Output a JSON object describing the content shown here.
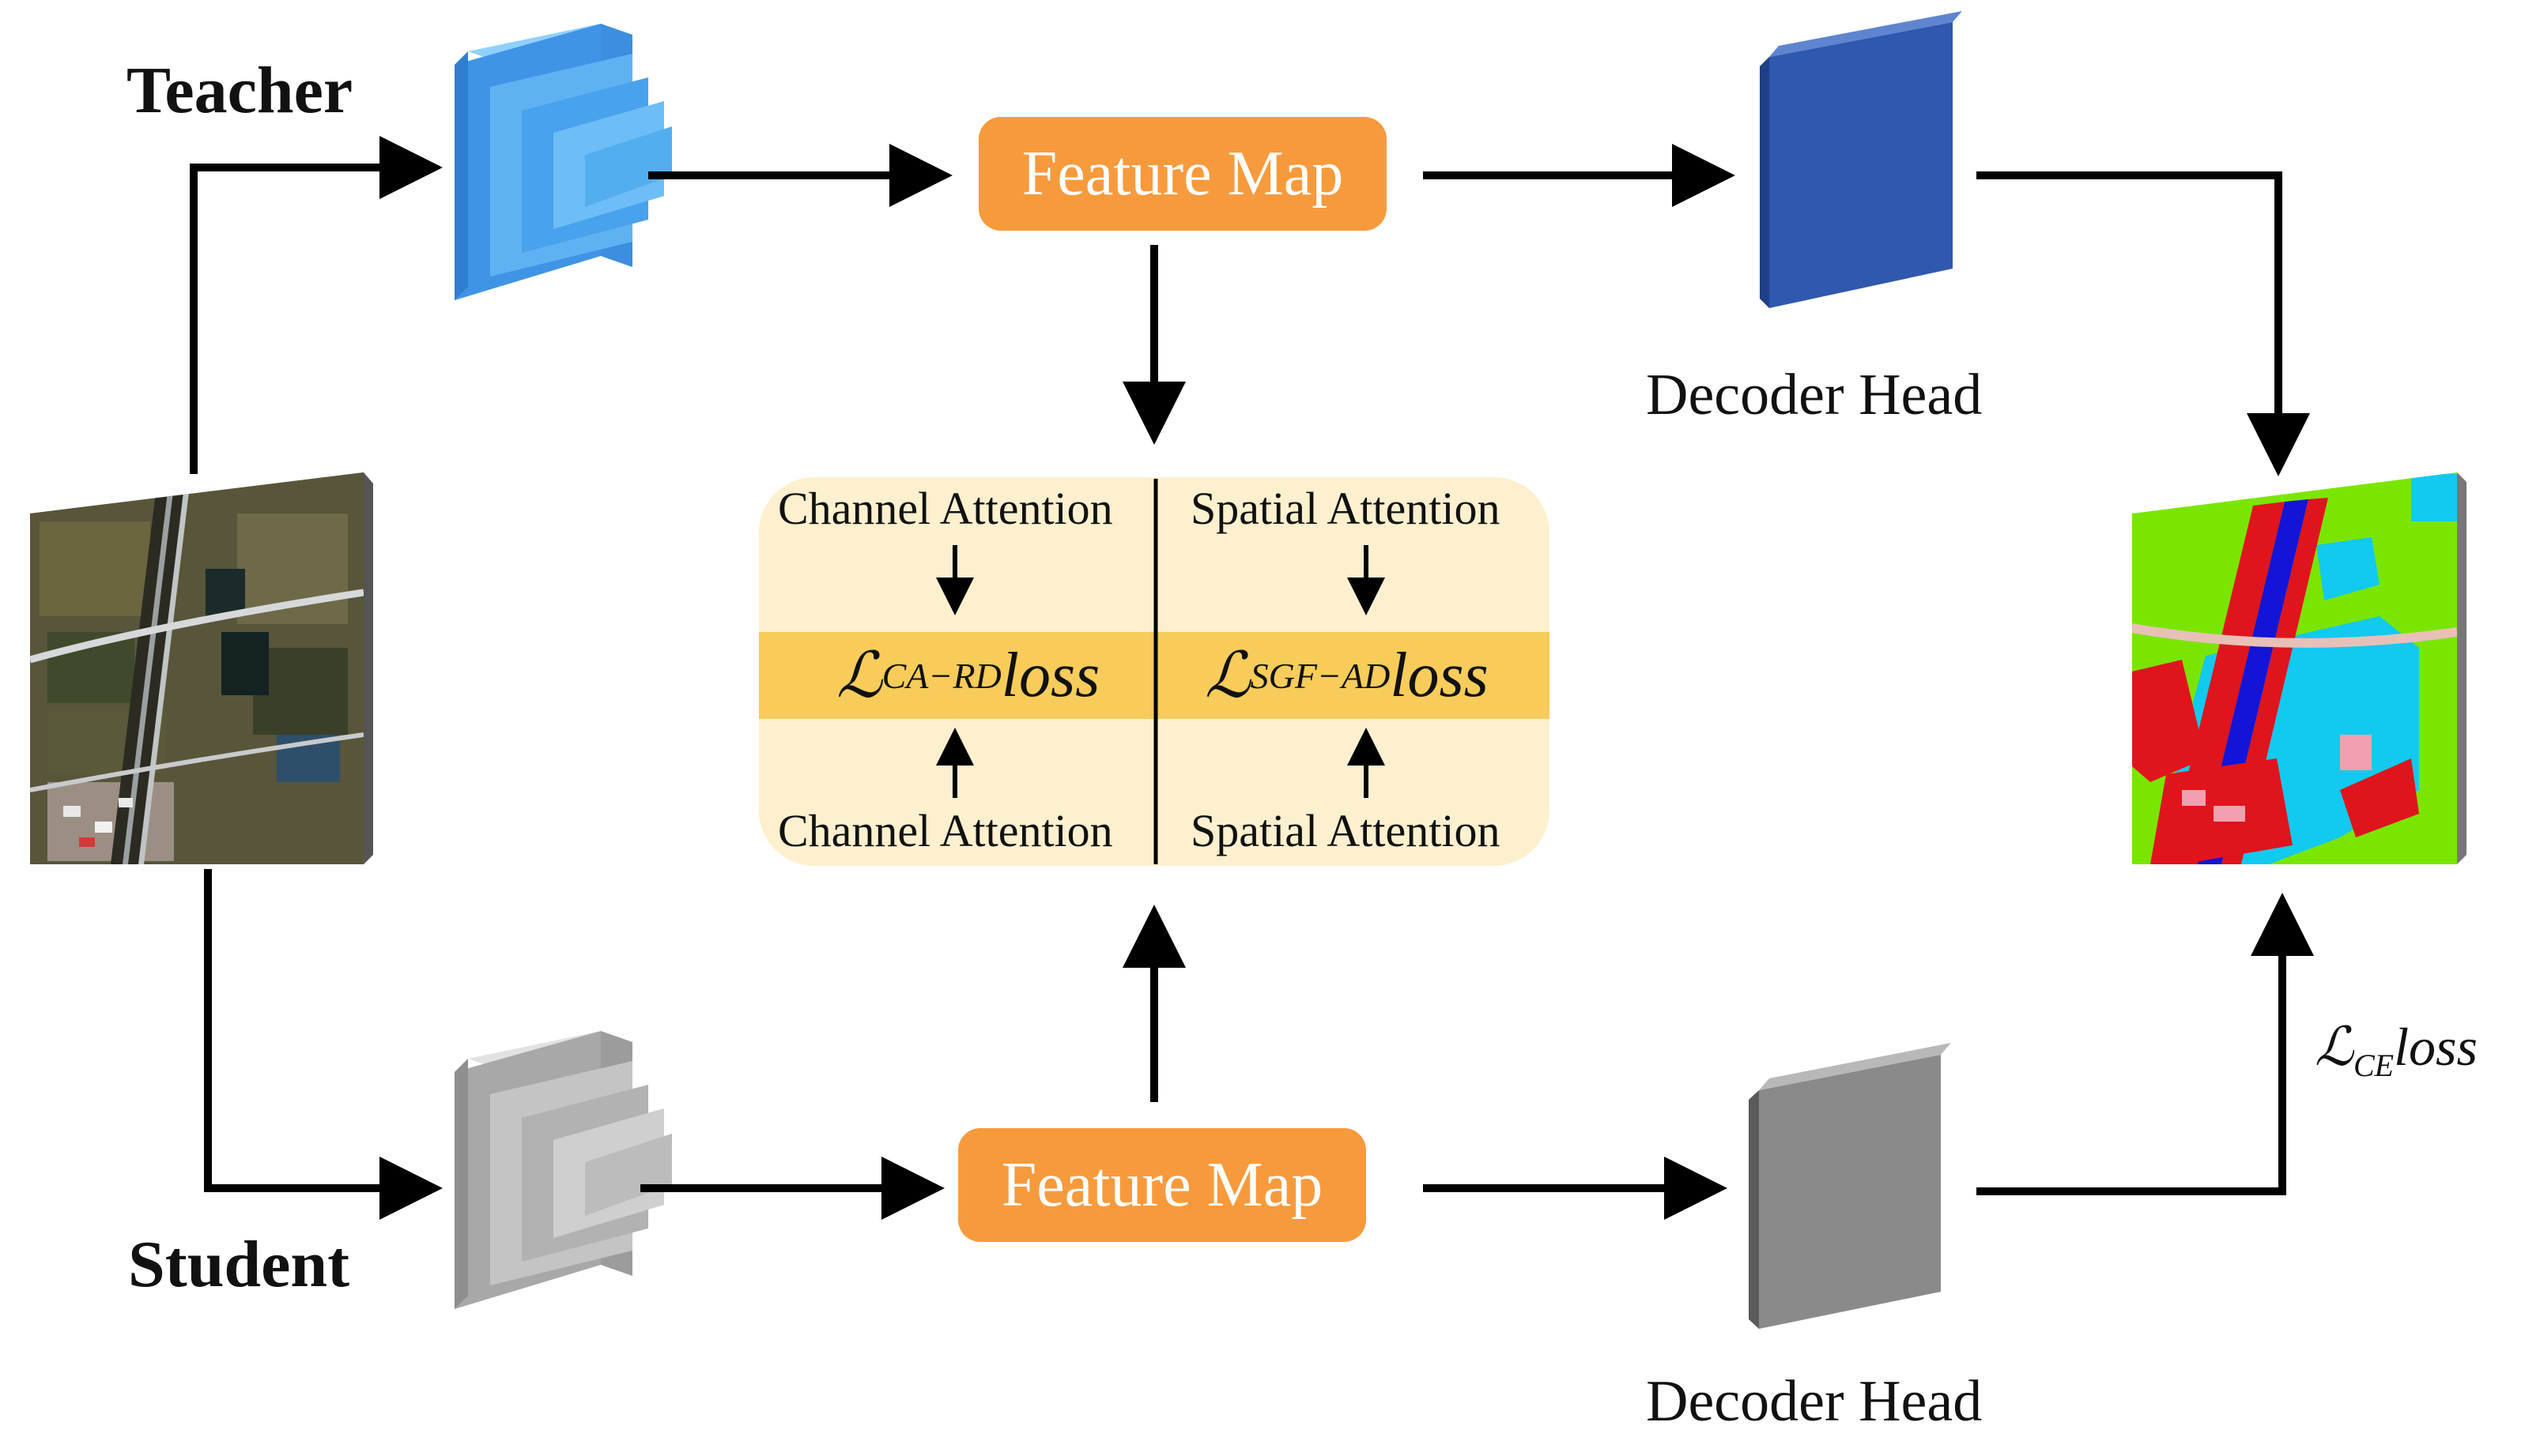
{
  "teacher_label": "Teacher",
  "student_label": "Student",
  "feature_map_teacher": "Feature Map",
  "feature_map_student": "Feature Map",
  "decoder_head_teacher": "Decoder Head",
  "decoder_head_student": "Decoder Head",
  "distillation": {
    "left_top": "Channel Attention",
    "left_bottom": "Channel Attention",
    "right_top": "Spatial Attention",
    "right_bottom": "Spatial Attention",
    "left_loss": {
      "symbol": "ℒ",
      "subscript": "CA−RD",
      "word": "loss"
    },
    "right_loss": {
      "symbol": "ℒ",
      "subscript": "SGF−AD",
      "word": "loss"
    }
  },
  "ce_loss": {
    "symbol": "ℒ",
    "subscript": "CE",
    "word": "loss"
  },
  "colors": {
    "teacher_blue_light": "#5fb6f4",
    "teacher_blue_mid": "#3d8fe0",
    "decoder_teacher": "#2f58ae",
    "student_gray_light": "#cfcfcf",
    "decoder_student": "#8a8a8a",
    "feature_map": "#f79a3c",
    "attention_panel": "#fdf0cf",
    "loss_band": "#f7cc5a",
    "seg_green": "#7ae600",
    "seg_cyan": "#12c9f0",
    "seg_red": "#e0141c",
    "seg_blue": "#1414d8"
  }
}
